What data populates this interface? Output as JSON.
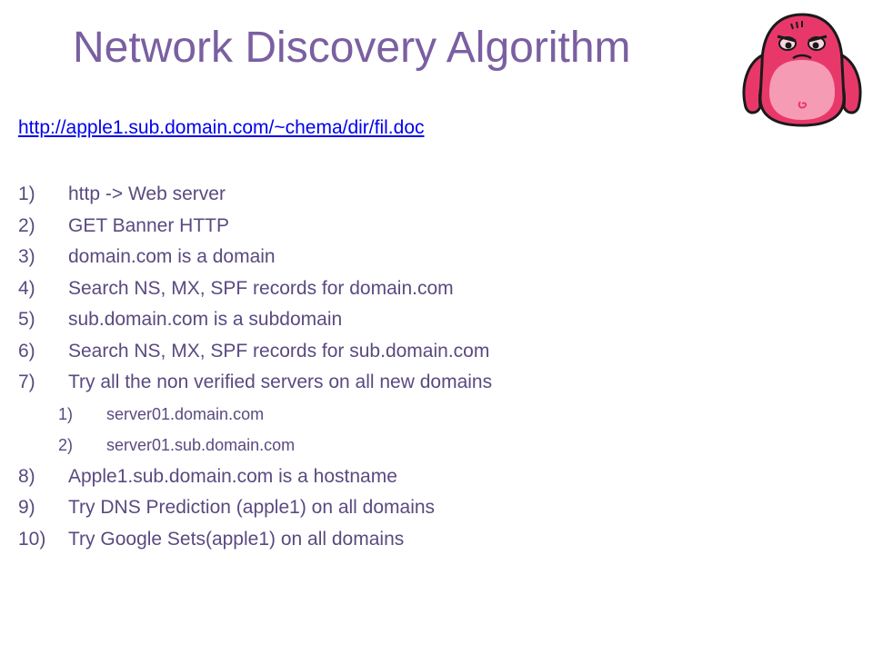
{
  "slide": {
    "title": "Network Discovery Algorithm",
    "url": "http://apple1.sub.domain.com/~chema/dir/fil.doc",
    "steps": [
      {
        "num": "1)",
        "text": "http -> Web server"
      },
      {
        "num": "2)",
        "text": "GET Banner HTTP"
      },
      {
        "num": "3)",
        "text": "domain.com is a domain"
      },
      {
        "num": "4)",
        "text": "Search NS, MX, SPF records for domain.com"
      },
      {
        "num": "5)",
        "text": "sub.domain.com  is a subdomain"
      },
      {
        "num": "6)",
        "text": "Search NS, MX, SPF records for sub.domain.com"
      },
      {
        "num": "7)",
        "text": "Try all the non verified servers on all new domains",
        "substeps": [
          {
            "num": "1)",
            "text": "server01.domain.com"
          },
          {
            "num": "2)",
            "text": "server01.sub.domain.com"
          }
        ]
      },
      {
        "num": "8)",
        "text": "Apple1.sub.domain.com  is a hostname"
      },
      {
        "num": "9)",
        "text": "Try DNS Prediction (apple1) on all domains"
      },
      {
        "num": "10)",
        "text": "Try Google Sets(apple1)  on all domains"
      }
    ]
  },
  "colors": {
    "title": "#7a5fa1",
    "body_text": "#5a4a80",
    "link": "#0000ee",
    "mascot_body": "#e8386a",
    "mascot_belly": "#f69bb4"
  },
  "icons": {
    "mascot": "pink-monster-mascot-icon"
  }
}
